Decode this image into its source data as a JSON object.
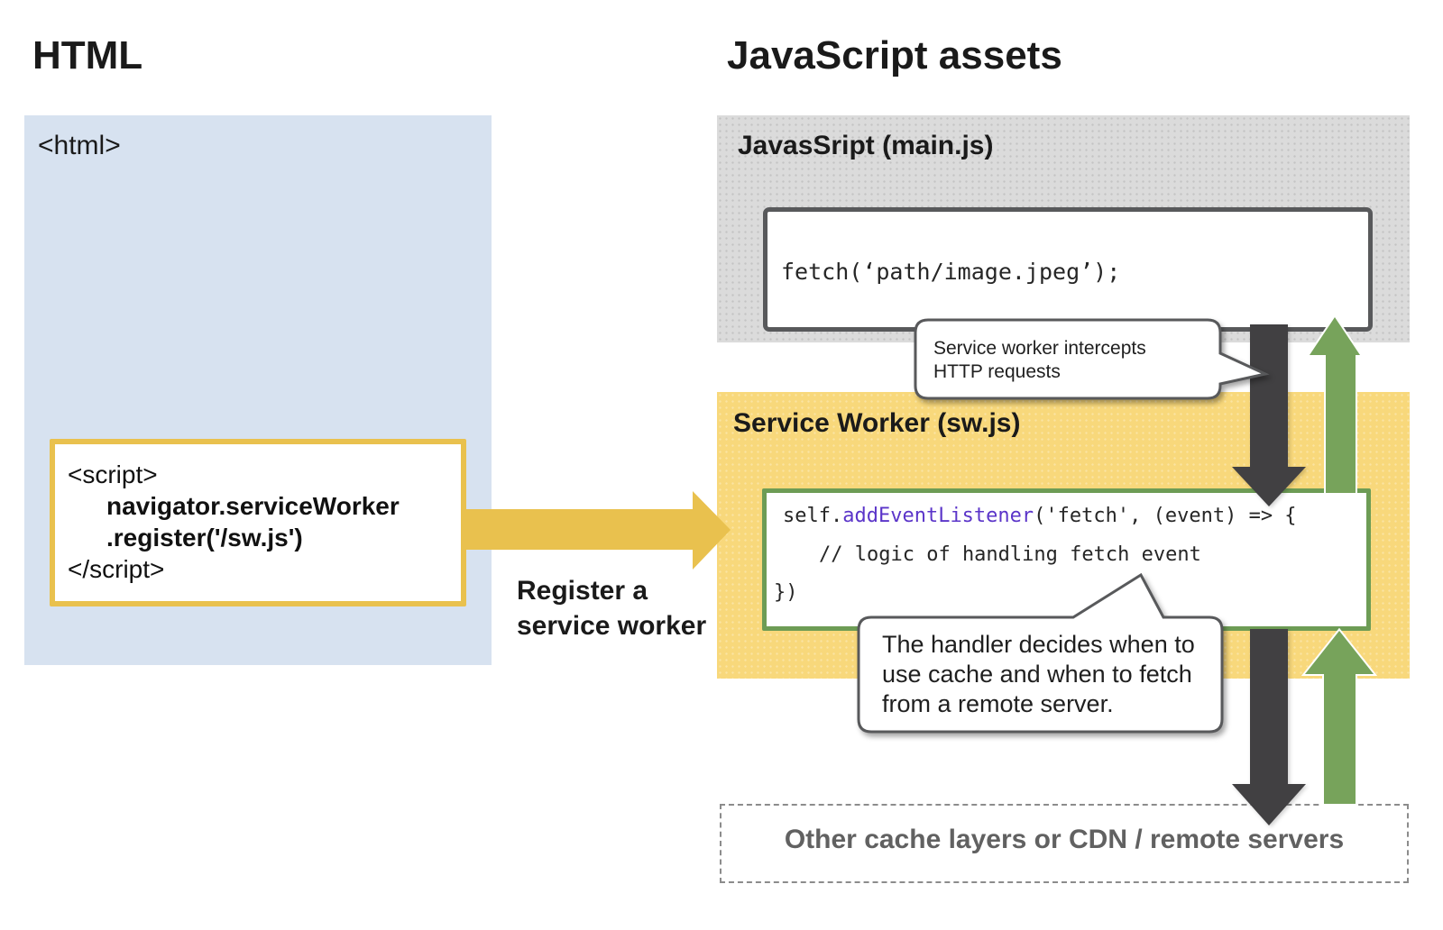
{
  "colors": {
    "heading_text": "#1a1a1a",
    "blue_panel": "#d7e2f0",
    "gray_panel": "#dbdbdb",
    "yellow_panel": "#f8d87b",
    "gold_accent": "#e9c14e",
    "green_accent": "#77a35b",
    "green_border": "#6d9c55",
    "dark_arrow": "#414042",
    "box_border_dark": "#58595b",
    "muted_text": "#616161",
    "code_keyword_purple": "#5b35c9",
    "code_text": "#262626"
  },
  "left_panel": {
    "heading": "HTML",
    "html_tag": "<html>",
    "script_block": {
      "line1": "<script>",
      "line2": "navigator.serviceWorker",
      "line3": ".register('/sw.js')",
      "line4": "</script>"
    },
    "register_arrow": {
      "label_line1": "Register a",
      "label_line2": "service worker"
    }
  },
  "right_panel": {
    "heading": "JavaScript assets",
    "main_js": {
      "label": "JavasSript (main.js)",
      "code": "fetch(‘path/image.jpeg’);"
    },
    "service_worker": {
      "label": "Service Worker (sw.js)",
      "code_line1_pre": "self.",
      "code_line1_keyword": "addEventListener",
      "code_line1_post": "('fetch', (event) => {",
      "code_line2": "// logic of handling fetch event",
      "code_line3": "})"
    },
    "bubble_intercept": {
      "line1": "Service worker intercepts",
      "line2": "HTTP requests"
    },
    "bubble_handler": {
      "line1": "The handler decides when to",
      "line2": "use cache and when to fetch",
      "line3": "from a remote server."
    },
    "bottom_box": {
      "label": "Other cache layers or CDN / remote servers"
    }
  }
}
